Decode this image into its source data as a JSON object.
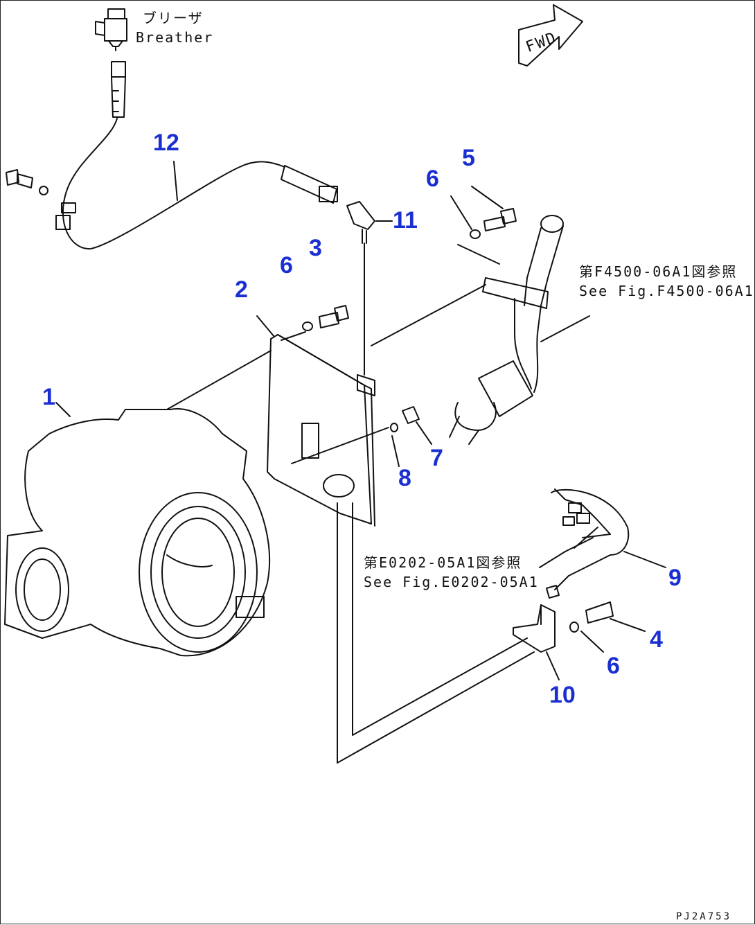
{
  "annotations": {
    "breather_jp": "ブリーザ",
    "breather_en": "Breather",
    "fwd": "FWD",
    "ref_f4500_jp": "第F4500-06A1図参照",
    "ref_f4500_en": "See Fig.F4500-06A1",
    "ref_e0202_jp": "第E0202-05A1図参照",
    "ref_e0202_en": "See Fig.E0202-05A1",
    "figure_code": "PJ2A753"
  },
  "part_labels": [
    {
      "id": "1",
      "text": "1"
    },
    {
      "id": "2",
      "text": "2"
    },
    {
      "id": "3",
      "text": "3"
    },
    {
      "id": "4",
      "text": "4"
    },
    {
      "id": "5",
      "text": "5"
    },
    {
      "id": "6a",
      "text": "6"
    },
    {
      "id": "6b",
      "text": "6"
    },
    {
      "id": "6c",
      "text": "6"
    },
    {
      "id": "7",
      "text": "7"
    },
    {
      "id": "8",
      "text": "8"
    },
    {
      "id": "9",
      "text": "9"
    },
    {
      "id": "10",
      "text": "10"
    },
    {
      "id": "11",
      "text": "11"
    },
    {
      "id": "12",
      "text": "12"
    }
  ],
  "colors": {
    "label": "#1a2fd1",
    "line": "#111111"
  }
}
